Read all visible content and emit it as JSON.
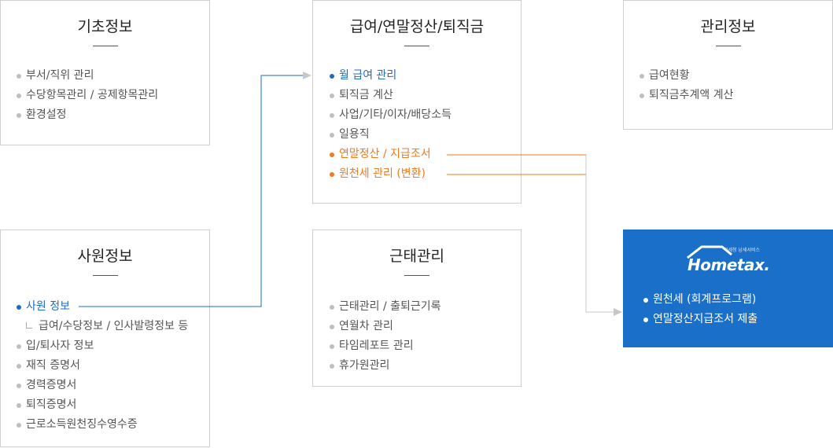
{
  "basic": {
    "title": "기초정보",
    "items": [
      "부서/직위 관리",
      "수당항목관리 / 공제항목관리",
      "환경설정"
    ]
  },
  "payroll": {
    "title": "급여/연말정산/퇴직금",
    "items": [
      "월 급여 관리",
      "퇴직금 계산",
      "사업/기타/이자/배당소득",
      "일용직",
      "연말정산 / 지급조서",
      "원천세 관리 (변환)"
    ]
  },
  "management": {
    "title": "관리정보",
    "items": [
      "급여현황",
      "퇴직금추계액 계산"
    ]
  },
  "employee": {
    "title": "사원정보",
    "items": [
      "사원 정보",
      "급여/수당정보 / 인사발령정보 등",
      "입/퇴사자 정보",
      "재직 증명서",
      "경력증명서",
      "퇴직증명서",
      "근로소득원천징수영수증"
    ]
  },
  "attendance": {
    "title": "근태관리",
    "items": [
      "근태관리 / 출퇴근기록",
      "연월차 관리",
      "타임레포트 관리",
      "휴가원관리"
    ]
  },
  "hometax": {
    "logo_text": "Hometax.",
    "logo_small": "국세청 납세서비스",
    "items": [
      "원천세 (회계프로그램)",
      "연말정산지급조서 제출"
    ]
  },
  "colors": {
    "accent_blue": "#1e6bc4",
    "accent_orange": "#ef7b22",
    "hometax_bg": "#1a6fc9",
    "border": "#cfcfcf"
  }
}
